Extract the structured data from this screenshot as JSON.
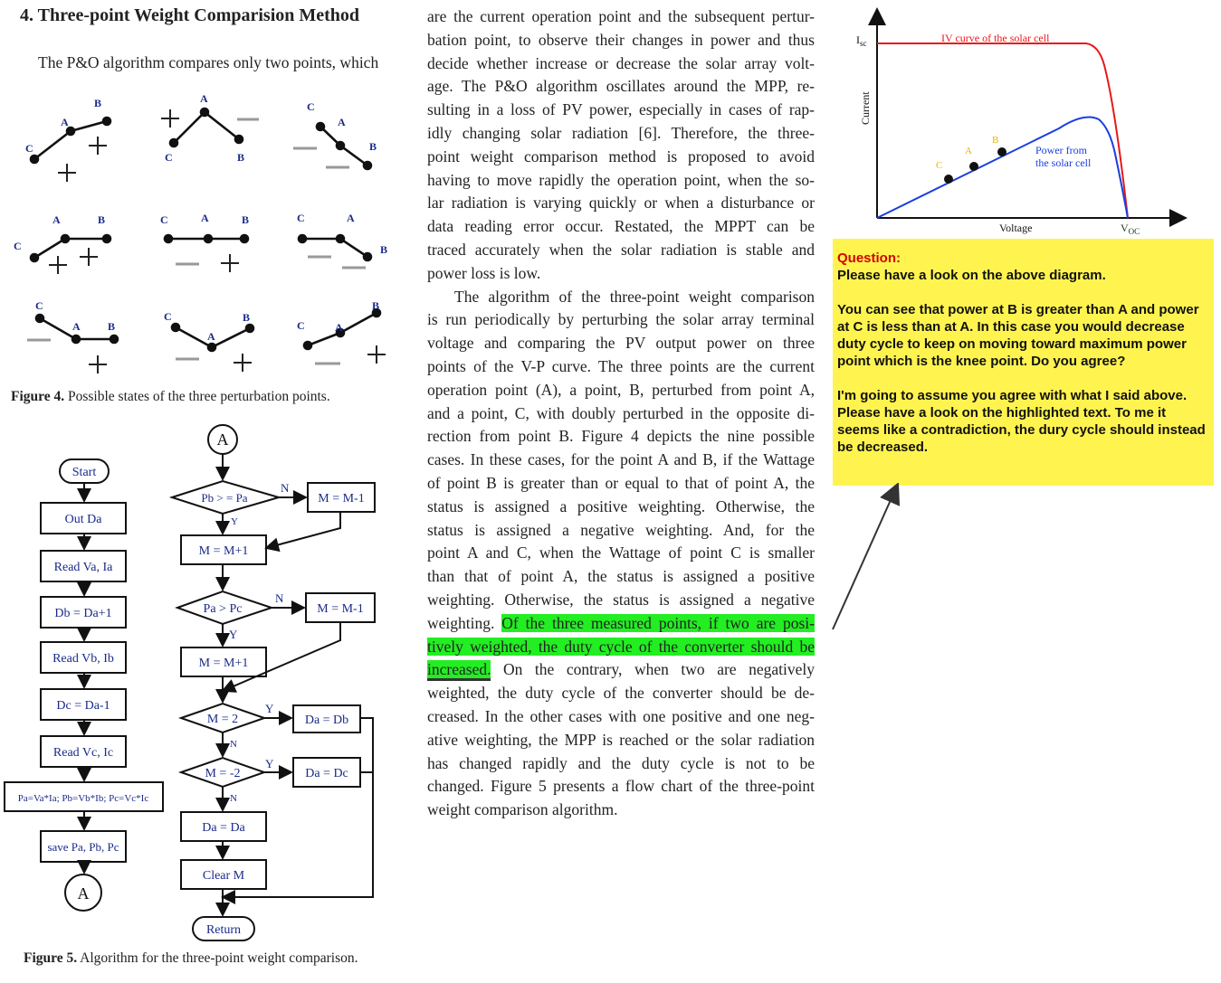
{
  "section": {
    "title": "4. Three-point Weight Comparision Method",
    "intro": "The P&O algorithm compares only two points, which"
  },
  "figure4": {
    "label": "Figure 4.",
    "caption": "Possible states of the three perturbation points.",
    "point_labels": [
      "A",
      "B",
      "C"
    ]
  },
  "figure5": {
    "label": "Figure 5.",
    "caption": "Algorithm for the three-point weight comparison.",
    "left_column": [
      "Start",
      "Out Da",
      "Read Va, Ia",
      "Db = Da+1",
      "Read Vb, Ib",
      "Dc = Da-1",
      "Read Vc, Ic",
      "Pa=Va*Ia; Pb=Vb*Ib; Pc=Vc*Ic",
      "save Pa, Pb, Pc",
      "A"
    ],
    "right_column": {
      "connector": "A",
      "decision1": "Pb > = Pa",
      "m_minus_1": "M = M-1",
      "m_plus_1": "M = M+1",
      "decision2": "Pa > Pc",
      "decision3": "M = 2",
      "decision4": "M = -2",
      "assign_db": "Da = Db",
      "assign_dc": "Da = Dc",
      "assign_da": "Da = Da",
      "clear": "Clear M",
      "return": "Return",
      "yes": "Y",
      "no": "N"
    }
  },
  "body_text": {
    "p1": [
      "are the current operation point and the subsequent pertur-",
      "bation point, to observe their changes in power and thus",
      "decide whether increase or decrease the solar array volt-",
      "age. The P&O algorithm oscillates around the MPP, re-",
      "sulting in a loss of PV power, especially in cases of rap-",
      "idly changing solar radiation [6]. Therefore, the three-",
      "point weight comparison method is proposed to avoid",
      "having to move rapidly the operation point, when the so-",
      "lar radiation is varying quickly or when a disturbance or",
      "data reading error occur. Restated, the MPPT can be",
      "traced accurately when the solar radiation is stable and",
      "power loss is low."
    ],
    "p2": [
      "The algorithm of the three-point weight comparison",
      "is run periodically by perturbing the solar array terminal",
      "voltage and comparing the PV output power on three",
      "points of the V-P curve. The three points are the current",
      "operation point (A), a point, B, perturbed from point A,",
      "and a point, C, with doubly perturbed in the opposite di-",
      "rection from point B. Figure 4 depicts the nine possible",
      "cases. In these cases, for the point A and B, if the Wattage",
      "of point B is greater than or equal to that of point A, the",
      "status is assigned a positive weighting. Otherwise, the",
      "status is assigned a negative weighting. And, for the",
      "point A and C, when the Wattage of point C is smaller",
      "than that of point A, the status is assigned a positive",
      "weighting. Otherwise, the status is assigned a negative"
    ],
    "hl_pre": "weighting.",
    "hl1": "Of the three measured points, if two are posi-",
    "hl2": "tively weighted, the duty cycle of the converter should be",
    "hl3": "increased.",
    "hl_post": "On the contrary, when two are negatively",
    "p2_end": [
      "weighted, the duty cycle of the converter should be de-",
      "creased. In the other cases with one positive and one neg-",
      "ative weighting, the MPP is reached or the solar radiation",
      "has changed rapidly and the duty cycle is not to be",
      "changed. Figure 5 presents a flow chart of the three-point",
      "weight comparison algorithm."
    ]
  },
  "iv_chart": {
    "isc_label": "I",
    "isc_sub": "sc",
    "ylabel": "Current",
    "xlabel": "Voltage",
    "voc_label": "V",
    "voc_sub": "OC",
    "iv_curve_label": "IV curve of the solar cell",
    "power_label_line1": "Power from",
    "power_label_line2": "the solar cell",
    "points": [
      "C",
      "A",
      "B"
    ],
    "colors": {
      "iv": "#e81818",
      "power": "#1a3ee0",
      "label_yellow": "#e8b400"
    }
  },
  "question": {
    "label": "Question:",
    "line1": "Please have a look on the above diagram.",
    "para2": "You can see that power at B is greater than A and power at C is less than at A. In this case you would decrease duty cycle to keep on moving toward maximum power point which is the knee point. Do you agree?",
    "para3": "I'm going to assume you agree with what I said above. Please have a look on the highlighted text. To me it seems like a contradiction, the dury cycle should instead be decreased."
  }
}
